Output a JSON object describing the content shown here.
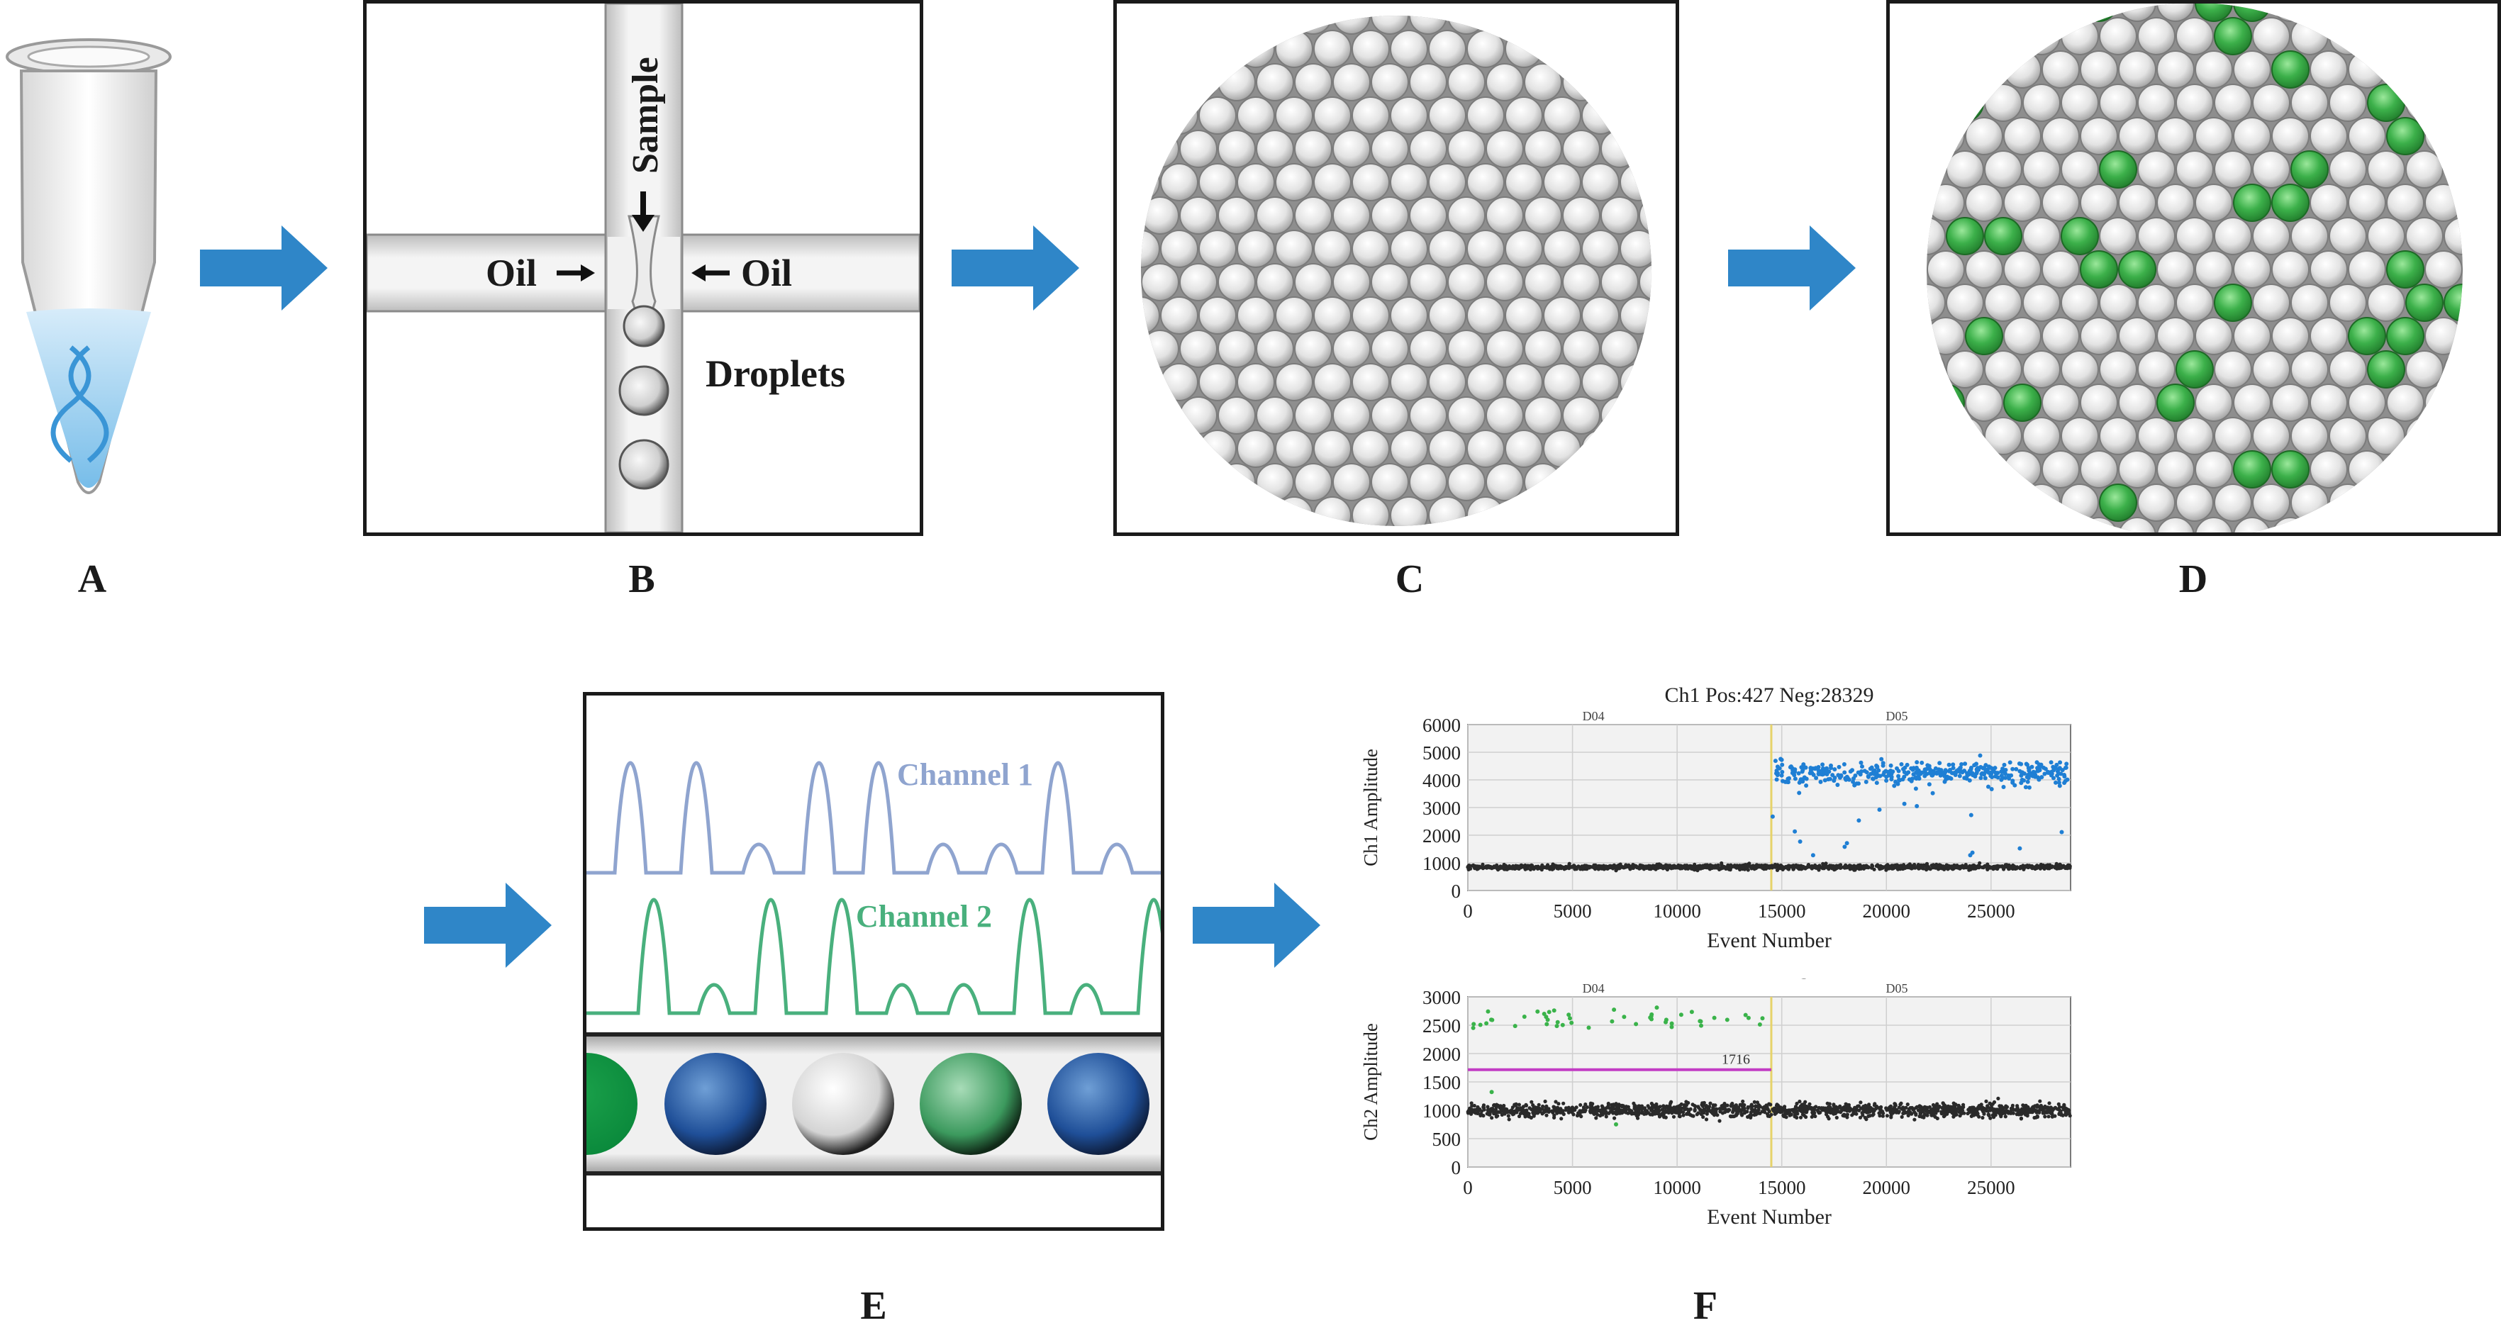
{
  "panel_labels": {
    "a": "A",
    "b": "B",
    "c": "C",
    "d": "D",
    "e": "E",
    "f": "F"
  },
  "panel_b": {
    "sample": "Sample",
    "oil_left": "Oil",
    "oil_right": "Oil",
    "droplets": "Droplets"
  },
  "panel_e": {
    "channel1": "Channel 1",
    "channel2": "Channel 2"
  },
  "colors": {
    "arrow": "#2f86c8",
    "positive_green": "#3cb04a",
    "channel1_line": "#8fa4cf",
    "channel2_line": "#49b07d",
    "ch1_points": "#1f7fd4",
    "ch2_points": "#3ab34a",
    "threshold": "#c23cc4"
  },
  "icons": [
    "dna-icon",
    "microtube-icon",
    "right-arrow-icon"
  ],
  "chart_data": [
    {
      "type": "scatter",
      "title": "Ch1 Pos:427 Neg:28329",
      "xlabel": "Event Number",
      "ylabel": "Ch1 Amplitude",
      "xlim": [
        0,
        28800
      ],
      "ylim": [
        0,
        6000
      ],
      "xticks": [
        "0",
        "5000",
        "10000",
        "15000",
        "20000",
        "25000"
      ],
      "yticks": [
        "0",
        "1000",
        "2000",
        "3000",
        "4000",
        "5000",
        "6000"
      ],
      "well_labels": [
        {
          "label": "D04",
          "x": 6000
        },
        {
          "label": "D05",
          "x": 20500
        }
      ],
      "well_boundary_x": 14500,
      "grid": true,
      "series": [
        {
          "name": "negative",
          "x_range": [
            0,
            28800
          ],
          "center": 850,
          "spread": 80
        },
        {
          "name": "positive",
          "x_range": [
            14500,
            28800
          ],
          "center": 4250,
          "spread": 500,
          "count": 427
        }
      ]
    },
    {
      "type": "scatter",
      "title": "Ch2 Pos:50 Neg:28706",
      "xlabel": "Event Number",
      "ylabel": "Ch2 Amplitude",
      "xlim": [
        0,
        28800
      ],
      "ylim": [
        0,
        3000
      ],
      "xticks": [
        "0",
        "5000",
        "10000",
        "15000",
        "20000",
        "25000"
      ],
      "yticks": [
        "0",
        "500",
        "1000",
        "1500",
        "2000",
        "2500",
        "3000"
      ],
      "well_labels": [
        {
          "label": "D04",
          "x": 6000
        },
        {
          "label": "D05",
          "x": 20500
        }
      ],
      "well_boundary_x": 14500,
      "threshold": {
        "value": 1716,
        "label": "1716",
        "x_range": [
          0,
          14500
        ]
      },
      "grid": true,
      "series": [
        {
          "name": "negative",
          "x_range": [
            0,
            28800
          ],
          "center": 1000,
          "spread": 120
        },
        {
          "name": "positive",
          "x_range": [
            0,
            14500
          ],
          "center": 2600,
          "spread": 250,
          "count": 50
        }
      ]
    }
  ]
}
